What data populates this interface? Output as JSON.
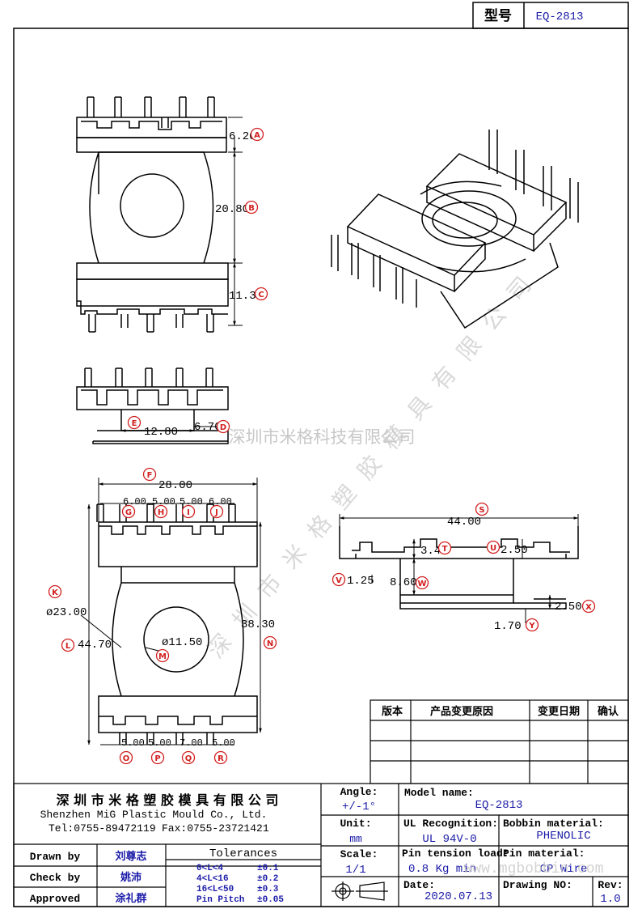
{
  "header": {
    "type_label": "型号",
    "model": "EQ-2813"
  },
  "dims": {
    "A": "6.20",
    "B": "20.80",
    "C": "11.30",
    "D": "6.70",
    "E": "12.80",
    "F": "28.00",
    "G": "6.00",
    "H": "5.00",
    "I": "5.00",
    "J": "6.00",
    "K": "ø23.00",
    "L": "44.70",
    "M": "ø11.50",
    "N": "38.30",
    "O": "5.00",
    "P": "5.00",
    "Q": "7.00",
    "R": "5.00",
    "S": "44.00",
    "T": "3.40",
    "U": "2.50",
    "V": "1.25",
    "W": "8.60",
    "X": "2.50",
    "Y": "1.70"
  },
  "callouts": [
    "A",
    "B",
    "C",
    "D",
    "E",
    "F",
    "G",
    "H",
    "I",
    "J",
    "K",
    "L",
    "M",
    "N",
    "O",
    "P",
    "Q",
    "R",
    "S",
    "T",
    "U",
    "V",
    "W",
    "X",
    "Y"
  ],
  "watermark": {
    "text": "深圳市米格科技有限公司",
    "diagonal": "深圳市米格塑胶模具有限公司"
  },
  "revision_table": {
    "headers": [
      "版本",
      "产品变更原因",
      "变更日期",
      "确认"
    ]
  },
  "title_block": {
    "company_cn": "深 圳 市 米 格 塑 胶 模 具 有 限 公 司",
    "company_en": "Shenzhen MiG Plastic Mould Co., Ltd.",
    "tel": "Tel:0755-89472119",
    "fax": "Fax:0755-23721421",
    "drawn_by_label": "Drawn by",
    "drawn_by": "刘尊志",
    "check_by_label": "Check by",
    "check_by": "姚沛",
    "approved_label": "Approved",
    "approved": "涂礼群",
    "tolerances_label": "Tolerances",
    "tolerances": [
      {
        "range": "0<L<4",
        "tol": "±0.1"
      },
      {
        "range": "4<L<16",
        "tol": "±0.2"
      },
      {
        "range": "16<L<50",
        "tol": "±0.3"
      },
      {
        "range": "Pin Pitch",
        "tol": "±0.05"
      }
    ],
    "angle_label": "Angle:",
    "angle": "+/-1°",
    "unit_label": "Unit:",
    "unit": "mm",
    "scale_label": "Scale:",
    "scale": "1/1",
    "model_name_label": "Model name:",
    "model_name": "EQ-2813",
    "ul_label": "UL Recognition:",
    "ul": "UL 94V-0",
    "bobbin_label": "Bobbin material:",
    "bobbin": "PHENOLIC",
    "pin_tension_label": "Pin tension load:",
    "pin_tension": "0.8 Kg min",
    "pin_material_label": "Pin material:",
    "pin_material": "CP Wire",
    "date_label": "Date:",
    "date": "2020.07.13",
    "drawing_no_label": "Drawing NO:",
    "drawing_no": "",
    "rev_label": "Rev:",
    "rev": "1.0",
    "website": "www.mgbobbin.com"
  }
}
